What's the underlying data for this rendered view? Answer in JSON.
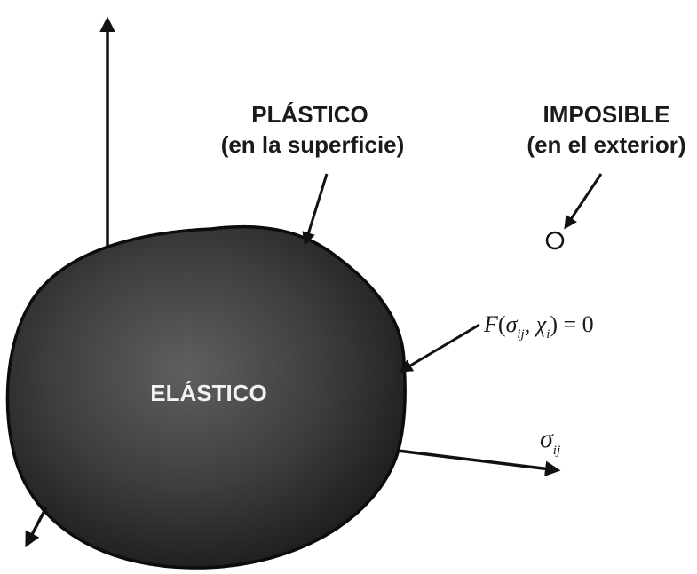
{
  "regions": {
    "elastic": {
      "label": "ELÁSTICO"
    },
    "plastic": {
      "line1": "PLÁSTICO",
      "line2": "(en la superficie)"
    },
    "impossible": {
      "line1": "IMPOSIBLE",
      "line2": "(en el exterior)"
    }
  },
  "yield_function": {
    "func": "F",
    "open": "(",
    "sigma": "σ",
    "sigma_sub": "ij",
    "comma": ", ",
    "chi": "χ",
    "chi_sub": "i",
    "close": ") = 0"
  },
  "axis_label": {
    "symbol": "σ",
    "sub": "ij"
  },
  "colors": {
    "body_center": "#5a5a5a",
    "body_edge": "#1e1e1e",
    "line": "#111111",
    "background": "#ffffff"
  }
}
